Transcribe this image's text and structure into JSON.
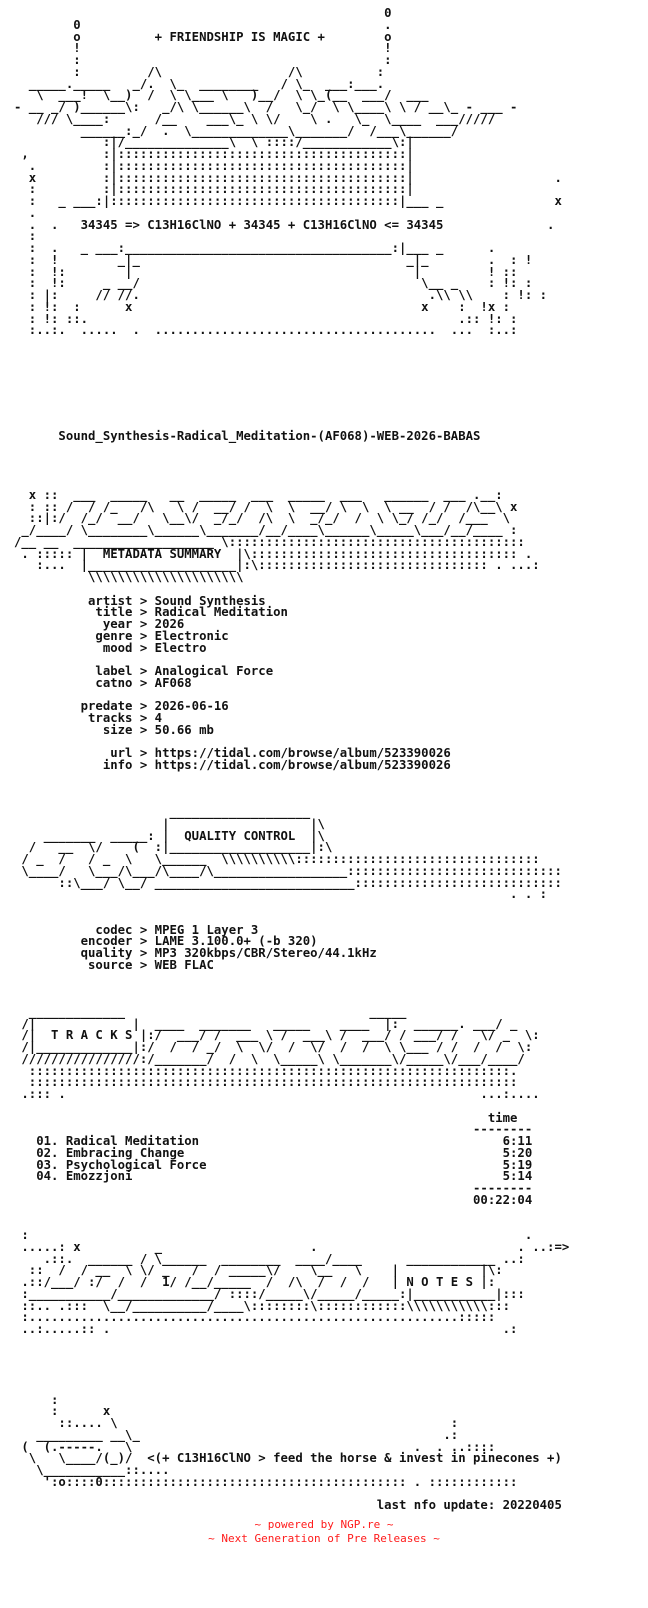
{
  "nfo": {
    "lines": [
      "                                                  0",
      "        0                                         .",
      "        o          + FRIENDSHIP IS MAGIC +        o",
      "        !                                         !",
      "        :                                         :",
      "        :         /\\                 /\\          :",
      "  _____._____   _/.  \\_  ________   / \\_  ___:___.",
      "   \\  ___!  \\__)  /  \\ \\___ \\   )__/  \\ \\_(__  ___/  ___",
      "- __ _/ )______\\:   _/\\ \\______\\  /   \\_/  \\ \\____\\ \\ / __\\_ - ___ -",
      "   /// \\____:      /__    ___\\_ \\ \\/    \\ .   \\_  \\____  ___/////",
      "         ______:_/  .  \\_____________\\_______/  /___\\______/",
      "            :|/______________\\  \\ ::::/____________\\:|",
      " ,          :|:::::::::::::::::::::::::::::::::::::::|",
      "  .         :|:::::::::::::::::::::::::::::::::::::::|",
      "  x         :|:::::::::::::::::::::::::::::::::::::::|                   .",
      "  :         :|:::::::::::::::::::::::::::::::::::::::|",
      "  :   _ ___:|:::::::::::::::::::::::::::::::::::::::|___ _               x",
      "  .",
      "  .  .   34345 => C13H16ClNO + 34345 + C13H16ClNO <= 34345              .",
      "  :",
      "  :  .   _ ___:____________________________________:|___ _      .",
      "  :  !        _|_                                    _|_        .  : !",
      "  :  !:        |                                      |         ! ::",
      "  :  !:     _ __/                                      \\__ _    : !: :",
      "  : |:     // //.                                       .\\\\ \\\\    : !: :",
      "  : !:  :      x                                       x    :  !x :",
      "  : !: ::.                                                  .:: !: :",
      "  :..:.  .....  .  ......................................  ...  :..:",
      "",
      "",
      "",
      "",
      "",
      "",
      "",
      "",
      "      Sound_Synthesis-Radical_Meditation-(AF068)-WEB-2026-BABAS",
      "",
      "",
      "",
      "",
      "  x ::  ___  _____   __  _____  ___  _____  ___   ______  ___ .__:",
      "  : :: /  / /_   /\\   \\ /  __/ /  \\  \\  __/ \\  \\  \\ __  / /  /\\__\\ x",
      "  ::|:/  /_/  __/   \\__\\/  _/_/  /\\  \\  _/_/  /  \\ \\_/ /_/  /___  \\",
      " _/____/ \\________\\______\\_______/__/____\\______\\_____\\___/__/____ :",
      "/__ __  ___________________ \\::::::::::::::::::::::::::::::::::::::::",
      " . ::::: |  METADATA SUMMARY  |\\:::::::::::::::::::::::::::::::::::: .",
      "   :...  |____________________|:\\::::::::::::::::::::::::::::::: . ...:",
      "          \\\\\\\\\\\\\\\\\\\\\\\\\\\\\\\\\\\\\\\\\\",
      "",
      "          artist > Sound Synthesis",
      "           title > Radical Meditation",
      "            year > 2026",
      "           genre > Electronic",
      "            mood > Electro",
      "",
      "           label > Analogical Force",
      "           catno > AF068",
      "",
      "         predate > 2026-06-16",
      "          tracks > 4",
      "            size > 50.66 mb",
      "",
      "             url > https://tidal.com/browse/album/523390026",
      "            info > https://tidal.com/browse/album/523390026",
      "",
      "",
      "",
      "                     ___________________",
      "                    |                   |\\",
      "    _______  _____: |  QUALITY CONTROL  |\\",
      "  /   __  \\/    (  :|___________________|:\\",
      " / _  /   / _  \\   \\______  \\\\\\\\\\\\\\\\\\\\:::::::::::::::::::::::::::::::::",
      " \\____/   \\___/\\___/\\____/\\__________________:::::::::::::::::::::::::::::",
      "      ::\\___/ \\__/ ___________________________::::::::::::::::::::::::::::",
      "                                                                   . . :",
      "",
      "",
      "           codec > MPEG 1 Layer 3",
      "         encoder > LAME 3.100.0+ (-b 320)",
      "         quality > MP3 320kbps/CBR/Stereo/44.1kHz",
      "          source > WEB FLAC",
      "",
      "",
      "",
      "  _____________                                 _____",
      " /|             |  ____  _______   _____    ____  |:  ______. ___/ _",
      " /|  T R A C K S |:/  ___/ /  ___ \\ /  ___\\ /  ___/ / ___/ /   \\/ _  \\:",
      " /|_____________|:/  /  / _/  \\  \\/  /  \\/  /  /  \\ \\___ / /  /  /  \\:",
      " ////////////////:/_______/  /  \\  \\_____\\ \\_______\\/_____\\/___/____/",
      "  :::::::::::::::::::::::::::::::::::::::::::::::::::::::::::::::::.",
      "  ::::::::::::::::::::::::::::::::::::::::::::::::::::::::::::::::::",
      " .::: .                                                        ...:....",
      "",
      "                                                                time",
      "                                                              --------",
      "   01. Radical Meditation                                         6:11",
      "   02. Embracing Change                                           5:20",
      "   03. Psychological Force                                        5:19",
      "   04. Emozzjoni                                                  5:14",
      "                                                              --------",
      "                                                              00:22:04",
      "",
      "",
      " :                                                                   .",
      " .....: x          _                    .                           . ..:=>",
      "    .::.  ______ / \\______  ________  ____/____      ____________ ..:",
      "  ::  /  / __  \\ \\/ _   /  / _____\\/    \\__   \\    |           |\\:",
      " .::/___/ :/  /  /  1/ /__/_____  /  /\\  /  /  /   | N O T E S |:",
      " :___________/_____________/ ::::/_____\\/_____/_____:|___________|:::",
      " ::.. .:::  \\__/__________/____\\::::::::\\::::::::::::\\\\\\\\\\\\\\\\\\\\\\:::",
      " :..........................................................:::::",
      " ..:.....:: .                                                     .:",
      "",
      "",
      "",
      "",
      "",
      "     :",
      "     :      x",
      "      ::.... \\                                             :",
      "   _________ __\\_                                         .:",
      " (  (.-----.   \\                                      .  . ..::::",
      "  \\   \\____/(_)/  <(+ C13H16ClNO > feed the horse & invest in pinecones +)",
      "   \\___________::....",
      "    ':o::::0::::::::::::::::::::::::::::::::::::::::: . ::::::::::::",
      "",
      "                                                 last nfo update: 20220405"
    ]
  },
  "footer": {
    "line1": "~ powered by NGP.re ~",
    "line2": "~ Next Generation of Pre Releases ~"
  },
  "colors": {
    "text": "#111111",
    "footer": "#ff1a1a",
    "background": "#ffffff"
  }
}
